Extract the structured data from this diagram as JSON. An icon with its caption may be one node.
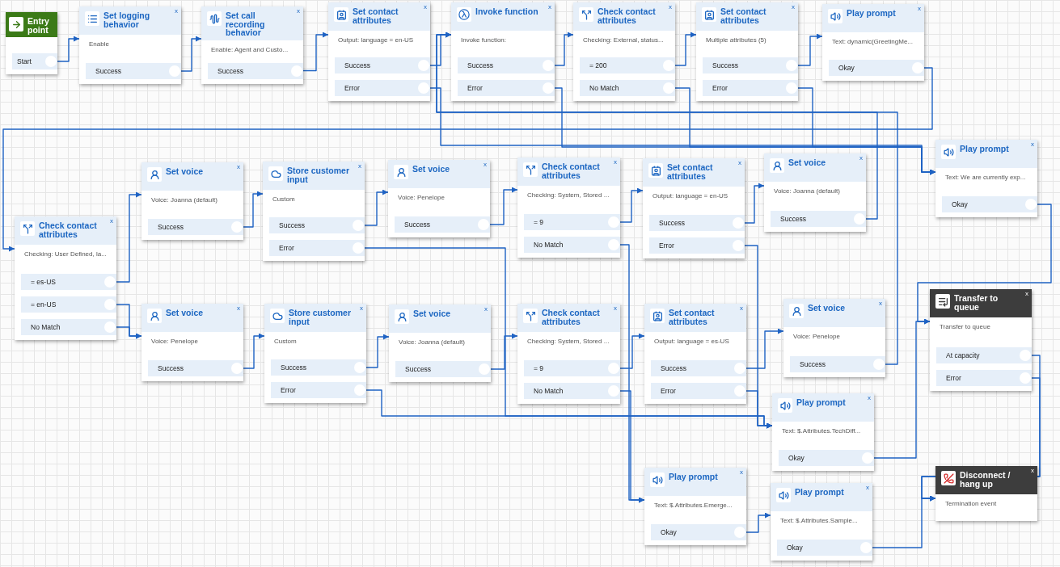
{
  "diagram": {
    "nodes": [
      {
        "text": [
          "Entry point"
        ]
      },
      {
        "text": [
          "Start"
        ],
        "in": 0
      },
      {
        "text": [
          "Set logging behavior",
          "Enable"
        ]
      },
      {
        "text": [
          "Success"
        ],
        "in": 2
      },
      {
        "text": [
          "Set call recording behavior",
          "Enable: Agent and Custo..."
        ]
      },
      {
        "text": [
          "Success"
        ],
        "in": 4
      },
      {
        "text": [
          "Set contact attributes",
          "Output: language = en-US"
        ]
      },
      {
        "text": [
          "Success"
        ],
        "in": 6
      },
      {
        "text": [
          "Error"
        ],
        "in": 6
      },
      {
        "text": [
          "Invoke function",
          "Invoke function:"
        ]
      },
      {
        "text": [
          "Success"
        ],
        "in": 9
      },
      {
        "text": [
          "Error"
        ],
        "in": 9
      },
      {
        "text": [
          "Check contact attributes",
          "Checking: External, status..."
        ]
      },
      {
        "text": [
          "= 200"
        ],
        "in": 12
      },
      {
        "text": [
          "No Match"
        ],
        "in": 12
      },
      {
        "text": [
          "Set contact attributes",
          "Multiple attributes (5)"
        ]
      },
      {
        "text": [
          "Success"
        ],
        "in": 15
      },
      {
        "text": [
          "Error"
        ],
        "in": 15
      },
      {
        "text": [
          "Play prompt",
          "Text: dynamic(GreetingMe..."
        ]
      },
      {
        "text": [
          "Okay"
        ],
        "in": 18
      },
      {
        "text": [
          "Play prompt",
          "Text: We are currently exp..."
        ]
      },
      {
        "text": [
          "Okay"
        ],
        "in": 20
      },
      {
        "text": [
          "Check contact attributes",
          "Checking: User Defined, la..."
        ]
      },
      {
        "text": [
          "= es-US"
        ],
        "in": 22
      },
      {
        "text": [
          "= en-US"
        ],
        "in": 22
      },
      {
        "text": [
          "No Match"
        ],
        "in": 22
      },
      {
        "text": [
          "Set voice",
          "Voice: Joanna (default)"
        ]
      },
      {
        "text": [
          "Success"
        ],
        "in": 26
      },
      {
        "text": [
          "Store customer input",
          "Custom"
        ]
      },
      {
        "text": [
          "Success"
        ],
        "in": 28
      },
      {
        "text": [
          "Error"
        ],
        "in": 28
      },
      {
        "text": [
          "Set voice",
          "Voice: Penelope"
        ]
      },
      {
        "text": [
          "Success"
        ],
        "in": 31
      },
      {
        "text": [
          "Check contact attributes",
          "Checking: System, Stored ..."
        ]
      },
      {
        "text": [
          "= 9"
        ],
        "in": 33
      },
      {
        "text": [
          "No Match"
        ],
        "in": 33
      },
      {
        "text": [
          "Set contact attributes",
          "Output: language = en-US"
        ]
      },
      {
        "text": [
          "Success"
        ],
        "in": 36
      },
      {
        "text": [
          "Error"
        ],
        "in": 36
      },
      {
        "text": [
          "Set voice",
          "Voice: Joanna (default)"
        ]
      },
      {
        "text": [
          "Success"
        ],
        "in": 39
      },
      {
        "text": [
          "Set voice",
          "Voice: Penelope"
        ]
      },
      {
        "text": [
          "Success"
        ],
        "in": 41
      },
      {
        "text": [
          "Store customer input",
          "Custom"
        ]
      },
      {
        "text": [
          "Success"
        ],
        "in": 43
      },
      {
        "text": [
          "Error"
        ],
        "in": 43
      },
      {
        "text": [
          "Set voice",
          "Voice: Joanna (default)"
        ]
      },
      {
        "text": [
          "Success"
        ],
        "in": 46
      },
      {
        "text": [
          "Check contact attributes",
          "Checking: System, Stored ..."
        ]
      },
      {
        "text": [
          "= 9"
        ],
        "in": 48
      },
      {
        "text": [
          "No Match"
        ],
        "in": 48
      },
      {
        "text": [
          "Set contact attributes",
          "Output: language = es-US"
        ]
      },
      {
        "text": [
          "Success"
        ],
        "in": 51
      },
      {
        "text": [
          "Error"
        ],
        "in": 51
      },
      {
        "text": [
          "Set voice",
          "Voice: Penelope"
        ]
      },
      {
        "text": [
          "Success"
        ],
        "in": 54
      },
      {
        "text": [
          "Transfer to queue",
          "Transfer to queue"
        ]
      },
      {
        "text": [
          "At capacity"
        ],
        "in": 56
      },
      {
        "text": [
          "Error"
        ],
        "in": 56
      },
      {
        "text": [
          "Play prompt",
          "Text: $.Attributes.TechDiff..."
        ]
      },
      {
        "text": [
          "Okay"
        ],
        "in": 59
      },
      {
        "text": [
          "Play prompt",
          "Text: $.Attributes.Emerge..."
        ]
      },
      {
        "text": [
          "Okay"
        ],
        "in": 61
      },
      {
        "text": [
          "Play prompt",
          "Text: $.Attributes.Sample..."
        ]
      },
      {
        "text": [
          "Okay"
        ],
        "in": 63
      },
      {
        "text": [
          "Disconnect / hang up",
          "Termination event"
        ]
      }
    ],
    "edges": [
      {
        "from": 1,
        "to": 2,
        "arrow": "to"
      },
      {
        "from": 3,
        "to": 4,
        "arrow": "to"
      },
      {
        "from": 5,
        "to": 6,
        "arrow": "to"
      },
      {
        "from": 7,
        "to": 9,
        "arrow": "to"
      },
      {
        "from": 8,
        "to": 20,
        "arrow": "to"
      },
      {
        "from": 10,
        "to": 12,
        "arrow": "to"
      },
      {
        "from": 11,
        "to": 20,
        "arrow": "to"
      },
      {
        "from": 13,
        "to": 15,
        "arrow": "to"
      },
      {
        "from": 14,
        "to": 20,
        "arrow": "to"
      },
      {
        "from": 16,
        "to": 18,
        "arrow": "to"
      },
      {
        "from": 17,
        "to": 20,
        "arrow": "to"
      },
      {
        "from": 19,
        "to": 22,
        "arrow": "to"
      },
      {
        "from": 21,
        "to": 56,
        "arrow": "to"
      },
      {
        "from": 23,
        "to": 26,
        "arrow": "to"
      },
      {
        "from": 24,
        "to": 41,
        "arrow": "to"
      },
      {
        "from": 25,
        "to": 41,
        "arrow": "to"
      },
      {
        "from": 27,
        "to": 28,
        "arrow": "to"
      },
      {
        "from": 29,
        "to": 31,
        "arrow": "to"
      },
      {
        "from": 30,
        "to": 59,
        "arrow": "to"
      },
      {
        "from": 32,
        "to": 33,
        "arrow": "to"
      },
      {
        "from": 34,
        "to": 36,
        "arrow": "to"
      },
      {
        "from": 35,
        "to": 61,
        "arrow": "to"
      },
      {
        "from": 37,
        "to": 39,
        "arrow": "to"
      },
      {
        "from": 38,
        "to": 59,
        "arrow": "to"
      },
      {
        "from": 40,
        "to": 9,
        "arrow": "to"
      },
      {
        "from": 42,
        "to": 43,
        "arrow": "to"
      },
      {
        "from": 44,
        "to": 46,
        "arrow": "to"
      },
      {
        "from": 45,
        "to": 59,
        "arrow": "to"
      },
      {
        "from": 47,
        "to": 48,
        "arrow": "to"
      },
      {
        "from": 49,
        "to": 51,
        "arrow": "to"
      },
      {
        "from": 50,
        "to": 61,
        "arrow": "to"
      },
      {
        "from": 52,
        "to": 54,
        "arrow": "to"
      },
      {
        "from": 53,
        "to": 59,
        "arrow": "to"
      },
      {
        "from": 55,
        "to": 9,
        "arrow": "to"
      },
      {
        "from": 57,
        "to": 65,
        "arrow": "to"
      },
      {
        "from": 58,
        "to": 65,
        "arrow": "to"
      },
      {
        "from": 60,
        "to": 56,
        "arrow": "to"
      },
      {
        "from": 62,
        "to": 63,
        "arrow": "to"
      },
      {
        "from": 64,
        "to": 65,
        "arrow": "to"
      }
    ],
    "labels": [
      "x",
      "x",
      "x",
      "x",
      "x",
      "x",
      "x",
      "x",
      "x",
      "x",
      "x",
      "x",
      "x",
      "x",
      "x",
      "x",
      "x",
      "x",
      "x",
      "x",
      "x",
      "x",
      "x",
      "x",
      "x",
      "x"
    ]
  }
}
